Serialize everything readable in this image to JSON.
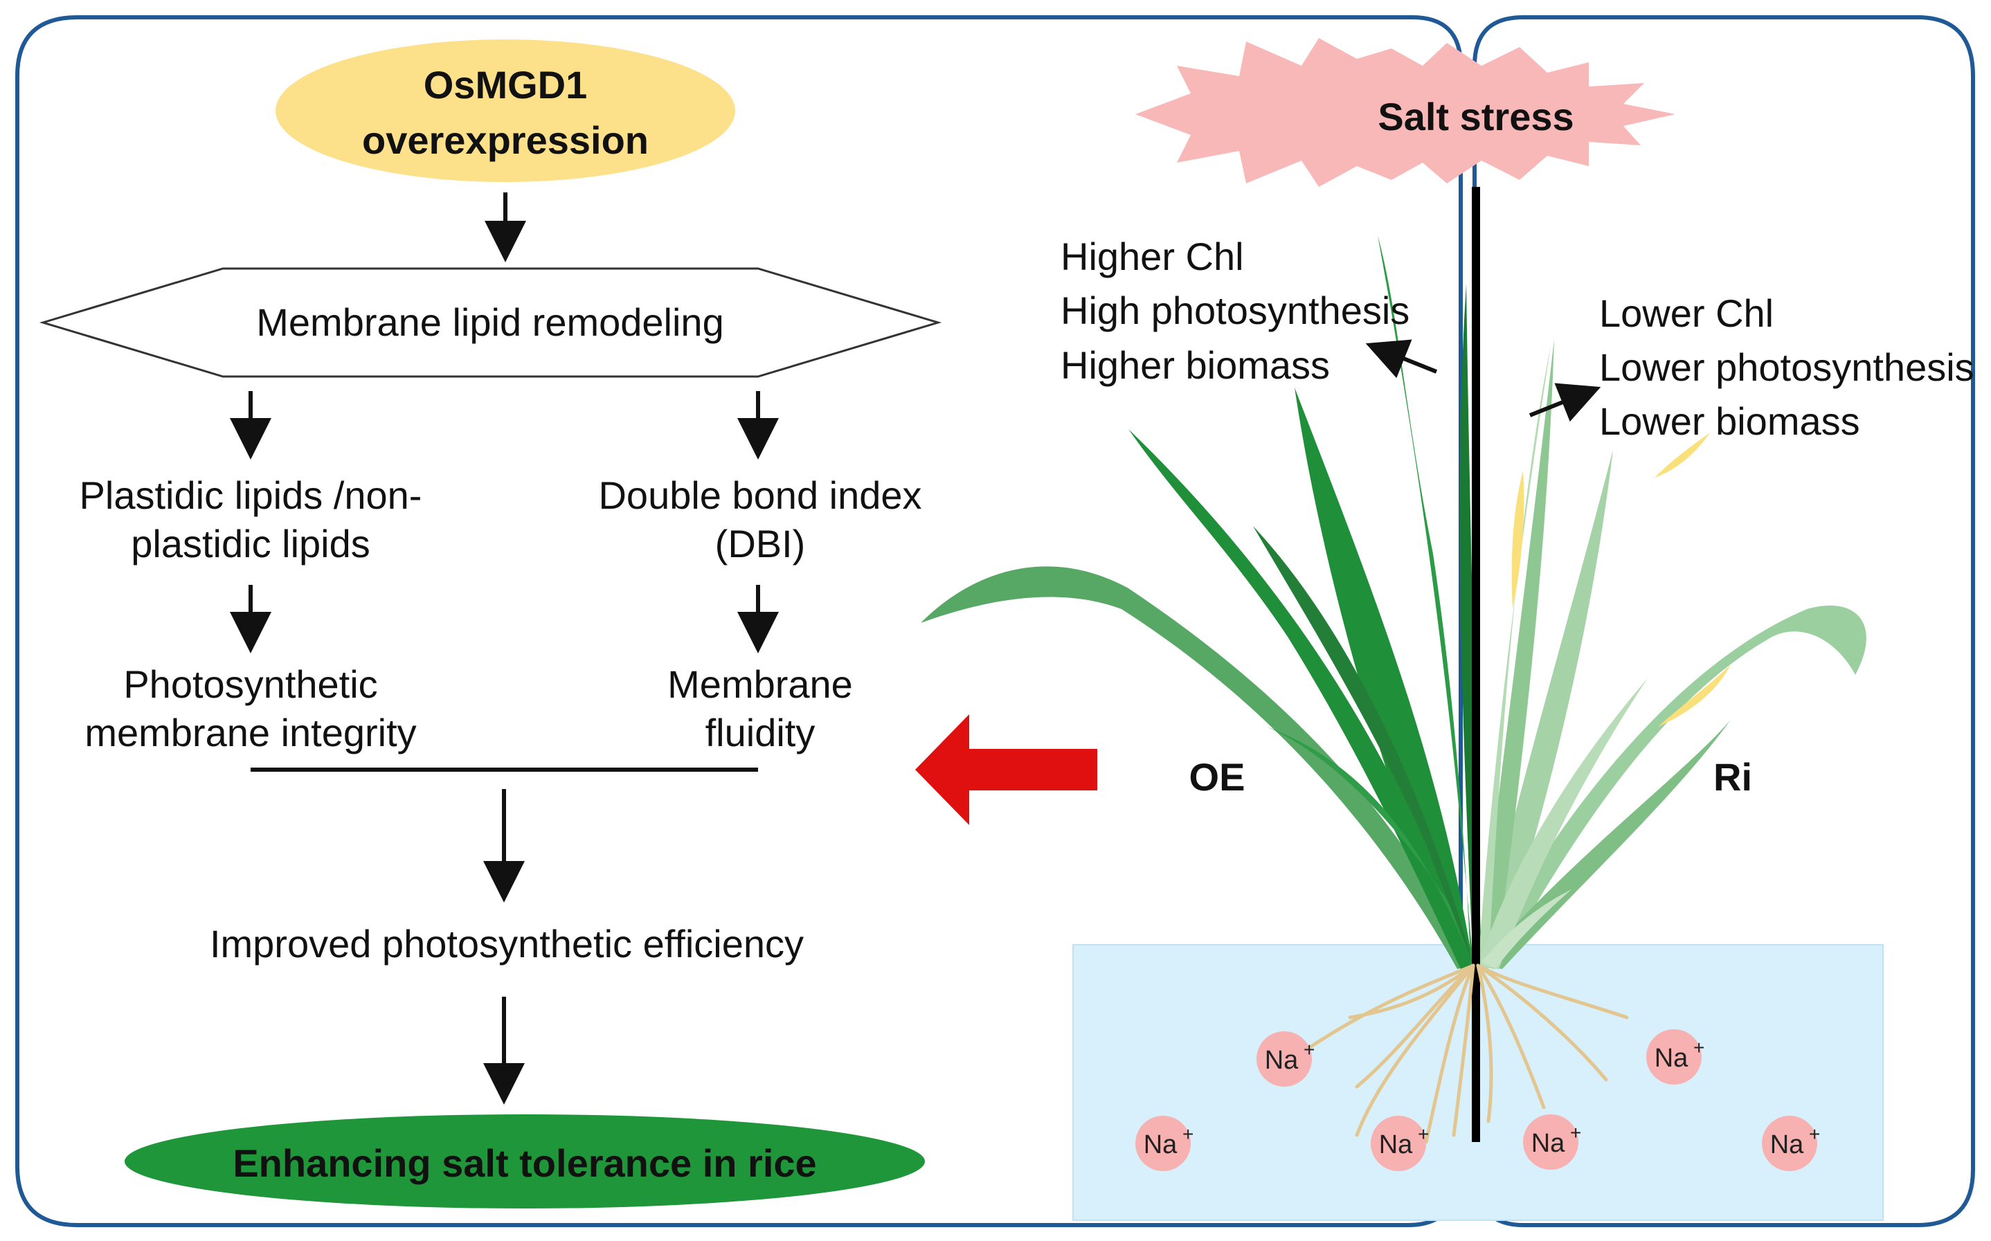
{
  "left_panel": {
    "top_node": {
      "line1": "OsMGD1",
      "line2": "overexpression",
      "fill": "#fde08a"
    },
    "remodeling": "Membrane lipid remodeling",
    "left_branch": {
      "lipids_line1": "Plastidic lipids /non-",
      "lipids_line2": "plastidic lipids",
      "integrity_line1": "Photosynthetic",
      "integrity_line2": "membrane integrity"
    },
    "right_branch": {
      "dbi_line1": "Double bond index",
      "dbi_line2": "(DBI)",
      "fluidity_line1": "Membrane",
      "fluidity_line2": "fluidity"
    },
    "efficiency": "Improved photosynthetic efficiency",
    "outcome": {
      "text": "Enhancing salt tolerance in rice",
      "fill": "#1e9639"
    }
  },
  "right_panel": {
    "stress_label": "Salt stress",
    "stress_fill": "#f9b8b8",
    "oe_traits": [
      "Higher Chl",
      "High photosynthesis",
      "Higher biomass"
    ],
    "ri_traits": [
      "Lower Chl",
      "Lower photosynthesis",
      "Lower biomass"
    ],
    "oe_label": "OE",
    "ri_label": "Ri",
    "ion_label": "Na",
    "ion_charge": "+",
    "ion_fill": "#f7b1b1",
    "water_fill": "#d7f0fb"
  },
  "colors": {
    "panel_border": "#1f5a96",
    "red_arrow": "#e01010",
    "oe_leaf": "#1f8f3a",
    "ri_leaf": "#8fc793",
    "yellow_leaf": "#f9e07a",
    "root": "#e2c58f"
  }
}
